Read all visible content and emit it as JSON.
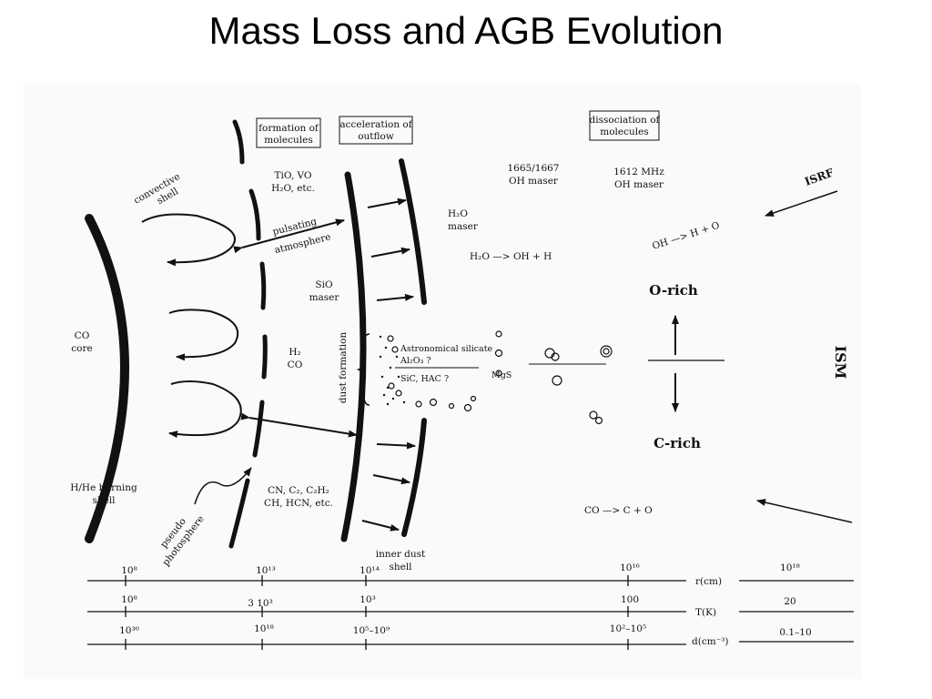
{
  "title": "Mass Loss and AGB Evolution",
  "labels": {
    "formation_box": [
      "formation of",
      "molecules"
    ],
    "acceleration_box": [
      "acceleration of",
      "outflow"
    ],
    "dissociation_box": [
      "dissociation of",
      "molecules"
    ],
    "convective_shell": [
      "convective",
      "shell"
    ],
    "tio_vo": "TiO, VO",
    "h2o_etc": "H₂O, etc.",
    "pulsating_atmosphere": [
      "pulsating",
      "atmosphere"
    ],
    "h2o_maser": [
      "H₂O",
      "maser"
    ],
    "oh_maser_1665": [
      "1665/1667",
      "OH maser"
    ],
    "oh_maser_1612": [
      "1612 MHz",
      "OH maser"
    ],
    "isrf": "ISRF",
    "h2o_reaction": "H₂O —> OH + H",
    "oh_reaction": "OH —> H + O",
    "sio_maser": [
      "SiO",
      "maser"
    ],
    "o_rich": "O-rich",
    "co_core": [
      "CO",
      "core"
    ],
    "h2_co": [
      "H₂",
      "CO"
    ],
    "dust_formation": "dust formation",
    "astro_silicate": "Astronomical silicate",
    "al2o3": "Al₂O₃ ?",
    "sic_hac": "SiC, HAC ?",
    "mgs": "MgS",
    "ism": "ISM",
    "c_rich": "C-rich",
    "hhe_shell": [
      "H/He burning",
      "shell"
    ],
    "cn_etc": "CN, C₂, C₂H₂",
    "ch_hcn": "CH, HCN, etc.",
    "pseudo_photosphere": [
      "pseudo",
      "photosphere"
    ],
    "co_reaction": "CO —> C + O",
    "inner_dust_shell": [
      "inner dust",
      "shell"
    ]
  },
  "scales": [
    {
      "name": "r(cm)",
      "ticks": [
        "10⁸",
        "10¹³",
        "10¹⁴",
        "10¹⁶"
      ],
      "far": "10¹⁸"
    },
    {
      "name": "T(K)",
      "ticks": [
        "10⁸",
        "3 10³",
        "10³",
        "100"
      ],
      "far": "20"
    },
    {
      "name": "d(cm⁻³)",
      "ticks": [
        "10³⁰",
        "10¹⁸",
        "10⁵–10⁹",
        "10²–10⁵"
      ],
      "far": "0.1–10"
    }
  ]
}
